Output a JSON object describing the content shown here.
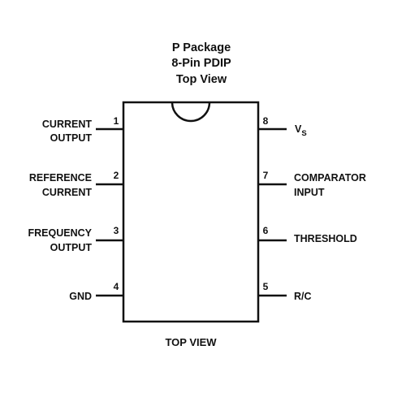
{
  "title": {
    "line1": "P Package",
    "line2": "8-Pin PDIP",
    "line3": "Top View"
  },
  "footer": "TOP VIEW",
  "pins": {
    "p1": {
      "num": "1",
      "line1": "CURRENT",
      "line2": "OUTPUT"
    },
    "p2": {
      "num": "2",
      "line1": "REFERENCE",
      "line2": "CURRENT"
    },
    "p3": {
      "num": "3",
      "line1": "FREQUENCY",
      "line2": "OUTPUT"
    },
    "p4": {
      "num": "4",
      "line1": "GND"
    },
    "p5": {
      "num": "5",
      "line1": "R/C"
    },
    "p6": {
      "num": "6",
      "line1": "THRESHOLD"
    },
    "p7": {
      "num": "7",
      "line1": "COMPARATOR",
      "line2": "INPUT"
    },
    "p8": {
      "num": "8",
      "line1": "V",
      "sub": "S"
    }
  }
}
